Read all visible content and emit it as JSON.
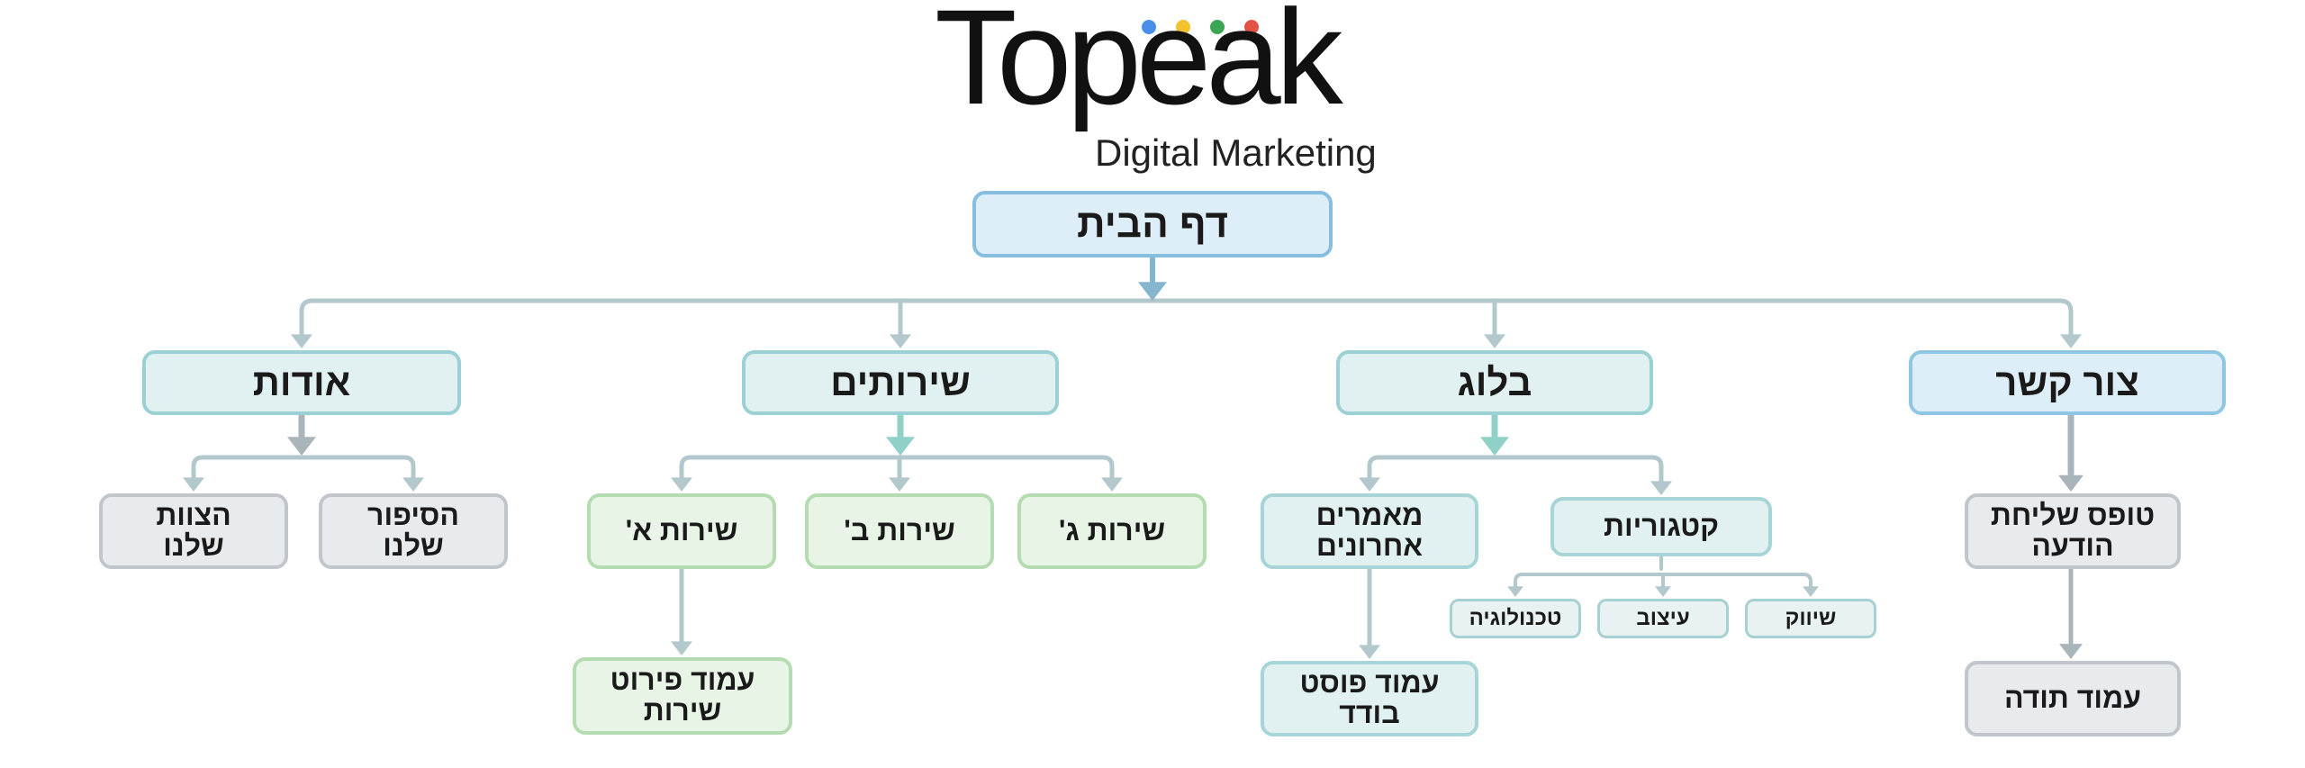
{
  "logo": {
    "wordmark": "Topeak",
    "tagline": "Digital Marketing",
    "dot_colors": [
      "#4a8fe7",
      "#f2c230",
      "#3aa655",
      "#e25245"
    ]
  },
  "colors": {
    "connector": "#b3c8cc",
    "arrow_blue": "#86b6cf",
    "arrow_teal": "#8fd0c7",
    "arrow_gray": "#aab4bb"
  },
  "nodes": {
    "home": "דף הבית",
    "about": "אודות",
    "services": "שירותים",
    "blog": "בלוג",
    "contact": "צור קשר",
    "our_team": "הצוות\nשלנו",
    "our_story": "הסיפור\nשלנו",
    "service_a": "שירות א'",
    "service_b": "שירות ב'",
    "service_c": "שירות ג'",
    "service_detail": "עמוד פירוט\nשירות",
    "recent_articles": "מאמרים\nאחרונים",
    "categories": "קטגוריות",
    "cat_marketing": "שיווק",
    "cat_design": "עיצוב",
    "cat_technology": "טכנולוגיה",
    "single_post": "עמוד פוסט\nבודד",
    "contact_form": "טופס שליחת\nהודעה",
    "thank_you": "עמוד תודה"
  }
}
